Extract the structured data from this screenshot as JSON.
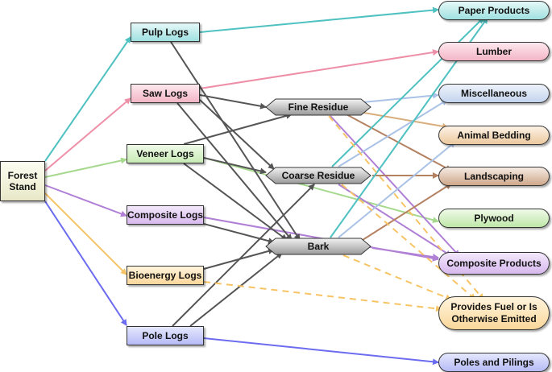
{
  "colors": {
    "pulp": "#4fc1c1",
    "saw": "#ee8fa8",
    "veneer": "#a6d98e",
    "composite": "#b07fd6",
    "bioenergy": "#f6c464",
    "pole": "#6c6cf0",
    "residue": "#555555",
    "fine": "#8a8a8a",
    "misc": "#a9c2e6",
    "bedding": "#d8ad7b",
    "landscaping": "#b48262",
    "plywood": "#a6d98e"
  },
  "nodes": {
    "forest": {
      "label": "Forest\nStand"
    },
    "pulp": {
      "label": "Pulp Logs"
    },
    "saw": {
      "label": "Saw Logs"
    },
    "veneer": {
      "label": "Veneer Logs"
    },
    "composite": {
      "label": "Composite Logs"
    },
    "bioenergy": {
      "label": "Bioenergy Logs"
    },
    "pole": {
      "label": "Pole Logs"
    },
    "fine": {
      "label": "Fine Residue"
    },
    "coarse": {
      "label": "Coarse Residue"
    },
    "bark": {
      "label": "Bark"
    },
    "paper": {
      "label": "Paper Products"
    },
    "lumber": {
      "label": "Lumber"
    },
    "misc": {
      "label": "Miscellaneous"
    },
    "bedding": {
      "label": "Animal Bedding"
    },
    "landscaping": {
      "label": "Landscaping"
    },
    "plywood": {
      "label": "Plywood"
    },
    "compprod": {
      "label": "Composite Products"
    },
    "fuel": {
      "label": "Provides Fuel or Is\nOtherwise Emitted"
    },
    "poles": {
      "label": "Poles and Pilings"
    }
  }
}
